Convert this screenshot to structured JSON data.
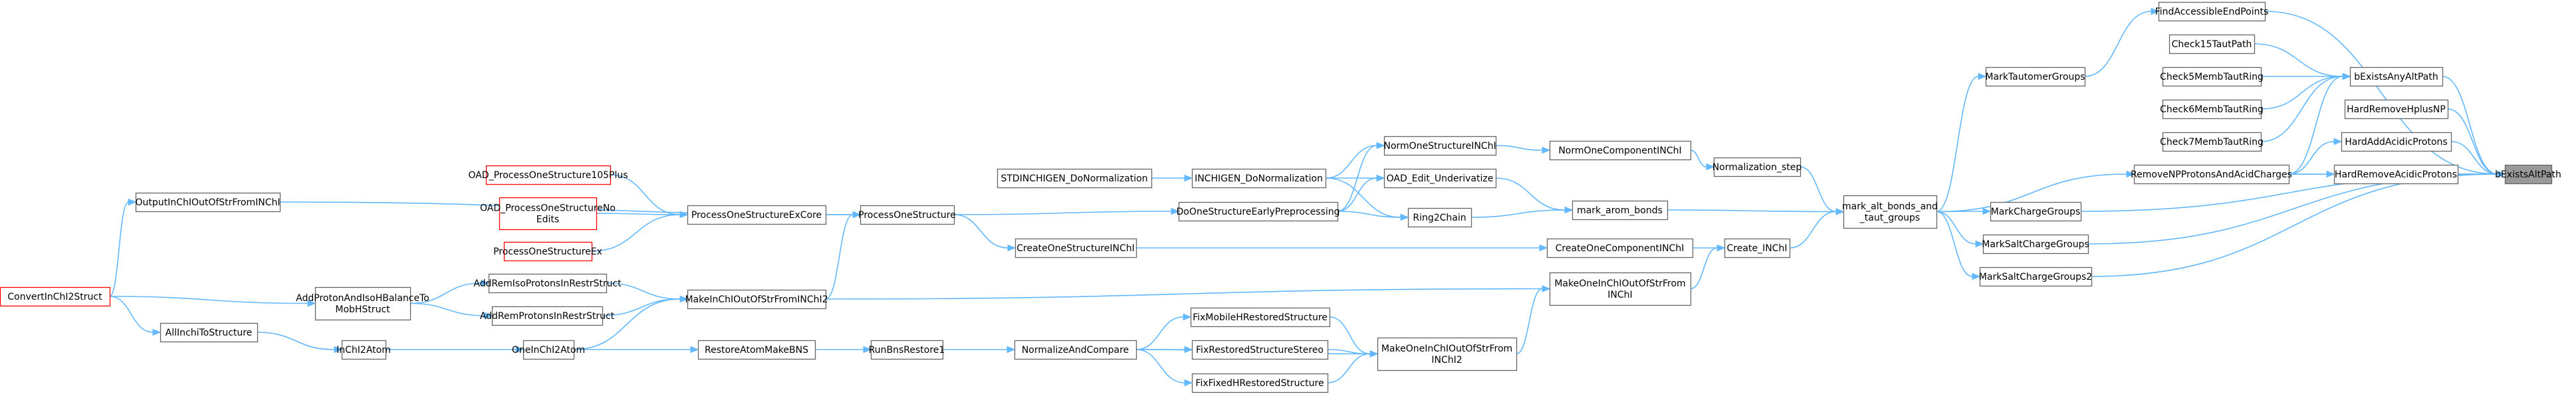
{
  "diagram": {
    "nodes": [
      {
        "id": "bExistsAltPath",
        "label": [
          "bExistsAltPath"
        ],
        "style": "current"
      },
      {
        "id": "FindAccessibleEndPoints",
        "label": [
          "FindAccessibleEndPoints"
        ],
        "style": "normal"
      },
      {
        "id": "Check15TautPath",
        "label": [
          "Check15TautPath"
        ],
        "style": "normal"
      },
      {
        "id": "Check5MembTautRing",
        "label": [
          "Check5MembTautRing"
        ],
        "style": "normal"
      },
      {
        "id": "Check6MembTautRing",
        "label": [
          "Check6MembTautRing"
        ],
        "style": "normal"
      },
      {
        "id": "Check7MembTautRing",
        "label": [
          "Check7MembTautRing"
        ],
        "style": "normal"
      },
      {
        "id": "bExistsAnyAltPath",
        "label": [
          "bExistsAnyAltPath"
        ],
        "style": "normal"
      },
      {
        "id": "HardRemoveHplusNP",
        "label": [
          "HardRemoveHplusNP"
        ],
        "style": "normal"
      },
      {
        "id": "HardAddAcidicProtons",
        "label": [
          "HardAddAcidicProtons"
        ],
        "style": "normal"
      },
      {
        "id": "HardRemoveAcidicProtons",
        "label": [
          "HardRemoveAcidicProtons"
        ],
        "style": "normal"
      },
      {
        "id": "RemoveNPProtonsAndAcidCharges",
        "label": [
          "RemoveNPProtonsAndAcidCharges"
        ],
        "style": "normal"
      },
      {
        "id": "MarkTautomerGroups",
        "label": [
          "MarkTautomerGroups"
        ],
        "style": "normal"
      },
      {
        "id": "MarkChargeGroups",
        "label": [
          "MarkChargeGroups"
        ],
        "style": "normal"
      },
      {
        "id": "MarkSaltChargeGroups",
        "label": [
          "MarkSaltChargeGroups"
        ],
        "style": "normal"
      },
      {
        "id": "MarkSaltChargeGroups2",
        "label": [
          "MarkSaltChargeGroups2"
        ],
        "style": "normal"
      },
      {
        "id": "mark_alt_bonds",
        "label": [
          "mark_alt_bonds_and",
          "_taut_groups"
        ],
        "style": "normal"
      },
      {
        "id": "Normalization_step",
        "label": [
          "Normalization_step"
        ],
        "style": "normal"
      },
      {
        "id": "Create_INChI",
        "label": [
          "Create_INChI"
        ],
        "style": "normal"
      },
      {
        "id": "NormOneComponentINChI",
        "label": [
          "NormOneComponentINChI"
        ],
        "style": "normal"
      },
      {
        "id": "mark_arom_bonds",
        "label": [
          "mark_arom_bonds"
        ],
        "style": "normal"
      },
      {
        "id": "CreateOneComponentINChI",
        "label": [
          "CreateOneComponentINChI"
        ],
        "style": "normal"
      },
      {
        "id": "MakeOneInChIOutOfStrFromINChI",
        "label": [
          "MakeOneInChIOutOfStrFrom",
          "INChI"
        ],
        "style": "normal"
      },
      {
        "id": "NormOneStructureINChI",
        "label": [
          "NormOneStructureINChI"
        ],
        "style": "normal"
      },
      {
        "id": "OAD_Edit_Underivatize",
        "label": [
          "OAD_Edit_Underivatize"
        ],
        "style": "normal"
      },
      {
        "id": "Ring2Chain",
        "label": [
          "Ring2Chain"
        ],
        "style": "normal"
      },
      {
        "id": "MakeOneInChIOutOfStrFromINChI2",
        "label": [
          "MakeOneInChIOutOfStrFrom",
          "INChI2"
        ],
        "style": "normal"
      },
      {
        "id": "INCHIGEN_DoNormalization",
        "label": [
          "INCHIGEN_DoNormalization"
        ],
        "style": "normal"
      },
      {
        "id": "DoOneStructureEarlyPreprocessing",
        "label": [
          "DoOneStructureEarlyPreprocessing"
        ],
        "style": "normal"
      },
      {
        "id": "CreateOneStructureINChI",
        "label": [
          "CreateOneStructureINChI"
        ],
        "style": "normal"
      },
      {
        "id": "FixMobileHRestoredStructure",
        "label": [
          "FixMobileHRestoredStructure"
        ],
        "style": "normal"
      },
      {
        "id": "FixRestoredStructureStereo",
        "label": [
          "FixRestoredStructureStereo"
        ],
        "style": "normal"
      },
      {
        "id": "FixFixedHRestoredStructure",
        "label": [
          "FixFixedHRestoredStructure"
        ],
        "style": "normal"
      },
      {
        "id": "STDINCHIGEN_DoNormalization",
        "label": [
          "STDINCHIGEN_DoNormalization"
        ],
        "style": "normal"
      },
      {
        "id": "ProcessOneStructure",
        "label": [
          "ProcessOneStructure"
        ],
        "style": "normal"
      },
      {
        "id": "NormalizeAndCompare",
        "label": [
          "NormalizeAndCompare"
        ],
        "style": "normal"
      },
      {
        "id": "RunBnsRestore1",
        "label": [
          "RunBnsRestore1"
        ],
        "style": "normal"
      },
      {
        "id": "ProcessOneStructureExCore",
        "label": [
          "ProcessOneStructureExCore"
        ],
        "style": "normal"
      },
      {
        "id": "MakeInChIOutOfStrFromINChI2",
        "label": [
          "MakeInChIOutOfStrFromINChI2"
        ],
        "style": "normal"
      },
      {
        "id": "RestoreAtomMakeBNS",
        "label": [
          "RestoreAtomMakeBNS"
        ],
        "style": "normal"
      },
      {
        "id": "OAD_ProcessOneStructure105Plus",
        "label": [
          "OAD_ProcessOneStructure105Plus"
        ],
        "style": "red"
      },
      {
        "id": "OAD_ProcessOneStructureNoEdits",
        "label": [
          "OAD_ProcessOneStructureNo",
          "Edits"
        ],
        "style": "red"
      },
      {
        "id": "ProcessOneStructureEx",
        "label": [
          "ProcessOneStructureEx"
        ],
        "style": "red"
      },
      {
        "id": "AddRemIsoProtonsInRestrStruct",
        "label": [
          "AddRemIsoProtonsInRestrStruct"
        ],
        "style": "normal"
      },
      {
        "id": "AddRemProtonsInRestrStruct",
        "label": [
          "AddRemProtonsInRestrStruct"
        ],
        "style": "normal"
      },
      {
        "id": "OneInChI2Atom",
        "label": [
          "OneInChI2Atom"
        ],
        "style": "normal"
      },
      {
        "id": "OutputInChIOutOfStrFromINChI",
        "label": [
          "OutputInChIOutOfStrFromINChI"
        ],
        "style": "normal"
      },
      {
        "id": "AddProtonAndIsoHBalanceToMobHStruct",
        "label": [
          "AddProtonAndIsoHBalanceTo",
          "MobHStruct"
        ],
        "style": "normal"
      },
      {
        "id": "InChI2Atom",
        "label": [
          "InChI2Atom"
        ],
        "style": "normal"
      },
      {
        "id": "AllInchiToStructure",
        "label": [
          "AllInchiToStructure"
        ],
        "style": "normal"
      },
      {
        "id": "ConvertInChI2Struct",
        "label": [
          "ConvertInChI2Struct"
        ],
        "style": "red"
      }
    ],
    "edges": [
      [
        "bExistsAltPath",
        "FindAccessibleEndPoints"
      ],
      [
        "bExistsAltPath",
        "bExistsAnyAltPath"
      ],
      [
        "bExistsAltPath",
        "HardRemoveHplusNP"
      ],
      [
        "bExistsAltPath",
        "HardAddAcidicProtons"
      ],
      [
        "bExistsAltPath",
        "HardRemoveAcidicProtons"
      ],
      [
        "bExistsAltPath",
        "RemoveNPProtonsAndAcidCharges"
      ],
      [
        "bExistsAltPath",
        "MarkChargeGroups"
      ],
      [
        "bExistsAltPath",
        "MarkSaltChargeGroups"
      ],
      [
        "bExistsAltPath",
        "MarkSaltChargeGroups2"
      ],
      [
        "FindAccessibleEndPoints",
        "MarkTautomerGroups"
      ],
      [
        "bExistsAnyAltPath",
        "Check15TautPath"
      ],
      [
        "bExistsAnyAltPath",
        "Check5MembTautRing"
      ],
      [
        "bExistsAnyAltPath",
        "Check6MembTautRing"
      ],
      [
        "bExistsAnyAltPath",
        "Check7MembTautRing"
      ],
      [
        "bExistsAnyAltPath",
        "RemoveNPProtonsAndAcidCharges"
      ],
      [
        "HardRemoveAcidicProtons",
        "RemoveNPProtonsAndAcidCharges"
      ],
      [
        "HardAddAcidicProtons",
        "RemoveNPProtonsAndAcidCharges"
      ],
      [
        "RemoveNPProtonsAndAcidCharges",
        "mark_alt_bonds"
      ],
      [
        "MarkTautomerGroups",
        "mark_alt_bonds"
      ],
      [
        "MarkChargeGroups",
        "mark_alt_bonds"
      ],
      [
        "MarkSaltChargeGroups",
        "mark_alt_bonds"
      ],
      [
        "MarkSaltChargeGroups2",
        "mark_alt_bonds"
      ],
      [
        "mark_alt_bonds",
        "Normalization_step"
      ],
      [
        "mark_alt_bonds",
        "mark_arom_bonds"
      ],
      [
        "mark_alt_bonds",
        "Create_INChI"
      ],
      [
        "Normalization_step",
        "NormOneComponentINChI"
      ],
      [
        "NormOneComponentINChI",
        "NormOneStructureINChI"
      ],
      [
        "NormOneStructureINChI",
        "INCHIGEN_DoNormalization"
      ],
      [
        "NormOneStructureINChI",
        "DoOneStructureEarlyPreprocessing"
      ],
      [
        "mark_arom_bonds",
        "OAD_Edit_Underivatize"
      ],
      [
        "mark_arom_bonds",
        "Ring2Chain"
      ],
      [
        "OAD_Edit_Underivatize",
        "INCHIGEN_DoNormalization"
      ],
      [
        "OAD_Edit_Underivatize",
        "DoOneStructureEarlyPreprocessing"
      ],
      [
        "Ring2Chain",
        "DoOneStructureEarlyPreprocessing"
      ],
      [
        "Ring2Chain",
        "INCHIGEN_DoNormalization"
      ],
      [
        "Create_INChI",
        "CreateOneComponentINChI"
      ],
      [
        "Create_INChI",
        "MakeOneInChIOutOfStrFromINChI"
      ],
      [
        "CreateOneComponentINChI",
        "CreateOneStructureINChI"
      ],
      [
        "MakeOneInChIOutOfStrFromINChI",
        "MakeOneInChIOutOfStrFromINChI2"
      ],
      [
        "MakeOneInChIOutOfStrFromINChI",
        "MakeInChIOutOfStrFromINChI2"
      ],
      [
        "MakeOneInChIOutOfStrFromINChI2",
        "FixMobileHRestoredStructure"
      ],
      [
        "MakeOneInChIOutOfStrFromINChI2",
        "FixRestoredStructureStereo"
      ],
      [
        "MakeOneInChIOutOfStrFromINChI2",
        "FixFixedHRestoredStructure"
      ],
      [
        "MakeOneInChIOutOfStrFromINChI2",
        "NormalizeAndCompare"
      ],
      [
        "FixMobileHRestoredStructure",
        "NormalizeAndCompare"
      ],
      [
        "FixRestoredStructureStereo",
        "NormalizeAndCompare"
      ],
      [
        "FixFixedHRestoredStructure",
        "NormalizeAndCompare"
      ],
      [
        "NormalizeAndCompare",
        "RunBnsRestore1"
      ],
      [
        "RunBnsRestore1",
        "RestoreAtomMakeBNS"
      ],
      [
        "RestoreAtomMakeBNS",
        "OneInChI2Atom"
      ],
      [
        "INCHIGEN_DoNormalization",
        "STDINCHIGEN_DoNormalization"
      ],
      [
        "DoOneStructureEarlyPreprocessing",
        "ProcessOneStructure"
      ],
      [
        "CreateOneStructureINChI",
        "ProcessOneStructure"
      ],
      [
        "ProcessOneStructure",
        "ProcessOneStructureExCore"
      ],
      [
        "ProcessOneStructure",
        "MakeInChIOutOfStrFromINChI2"
      ],
      [
        "ProcessOneStructure",
        "OutputInChIOutOfStrFromINChI"
      ],
      [
        "ProcessOneStructureExCore",
        "OAD_ProcessOneStructure105Plus"
      ],
      [
        "ProcessOneStructureExCore",
        "OAD_ProcessOneStructureNoEdits"
      ],
      [
        "ProcessOneStructureExCore",
        "ProcessOneStructureEx"
      ],
      [
        "MakeInChIOutOfStrFromINChI2",
        "AddRemIsoProtonsInRestrStruct"
      ],
      [
        "MakeInChIOutOfStrFromINChI2",
        "AddRemProtonsInRestrStruct"
      ],
      [
        "MakeInChIOutOfStrFromINChI2",
        "OneInChI2Atom"
      ],
      [
        "AddRemIsoProtonsInRestrStruct",
        "AddProtonAndIsoHBalanceToMobHStruct"
      ],
      [
        "AddRemProtonsInRestrStruct",
        "AddProtonAndIsoHBalanceToMobHStruct"
      ],
      [
        "OneInChI2Atom",
        "InChI2Atom"
      ],
      [
        "InChI2Atom",
        "AllInchiToStructure"
      ],
      [
        "AllInchiToStructure",
        "ConvertInChI2Struct"
      ],
      [
        "AddProtonAndIsoHBalanceToMobHStruct",
        "ConvertInChI2Struct"
      ],
      [
        "OutputInChIOutOfStrFromINChI",
        "ConvertInChI2Struct"
      ]
    ]
  },
  "colors": {
    "edge": "#63b8ff",
    "node_border": "#666666",
    "node_fill": "#ffffff",
    "current_fill": "#999999",
    "current_border": "#666666",
    "red_border": "#ff0000"
  }
}
